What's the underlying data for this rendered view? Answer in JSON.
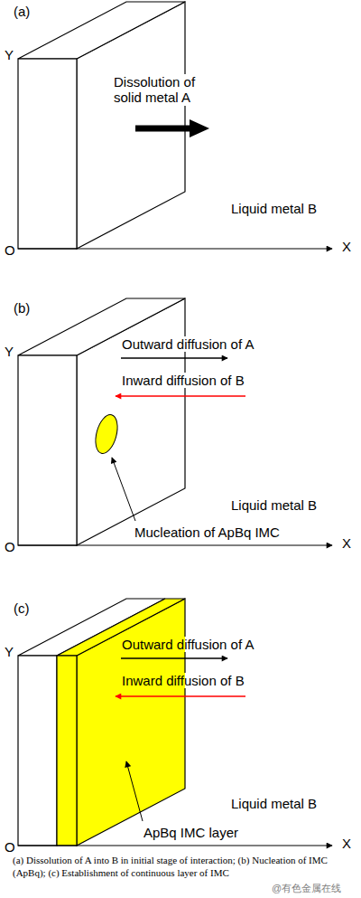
{
  "diagram": {
    "caption": "(a) Dissolution of A into B in initial stage of interaction; (b) Nucleation of IMC (ApBq); (c) Establishment of continuous layer of IMC",
    "labels": [
      "(a)",
      "Y",
      "Dissolution of solid metal A",
      "Liquid metal B",
      "O",
      "X",
      "(b)",
      "Y",
      "Outward diffusion of A",
      "Inward diffusion of B",
      "Mucleation of ApBq IMC",
      "Liquid metal B",
      "O",
      "X",
      "(c)",
      "Y",
      "Outward diffusion of A",
      "Inward diffusion of B",
      "ApBq IMC layer",
      "Liquid metal B",
      "O",
      "X",
      "@有色金属在线"
    ]
  }
}
